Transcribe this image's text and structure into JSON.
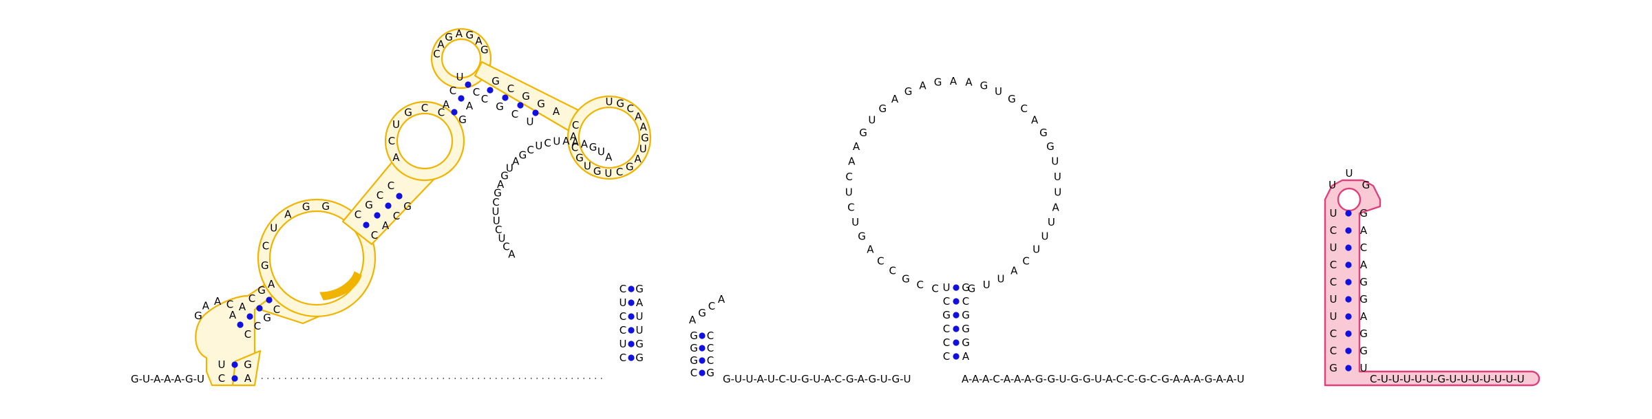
{
  "diagram": {
    "colors": {
      "background": "#ffffff",
      "base_text": "#000000",
      "pair_dot": "#1010e0",
      "highlight_outline_yellow": "#f0b400",
      "highlight_fill_yellow": "#fff7d9",
      "highlight_accent_orange": "#f0b400",
      "highlight_outline_pink": "#e0407a",
      "highlight_fill_pink": "#f9c9d6"
    },
    "strands": [
      {
        "id": "backbone-5prime",
        "sequence": "G-U-A-A-A-G-U"
      },
      {
        "id": "left-stem-1",
        "left": "CUGAAG",
        "right": "AGGC"
      },
      {
        "id": "left-hairpin-a",
        "sequence": "GAAC-CCGCUG"
      },
      {
        "id": "left-loop-b",
        "sequence": "AGCUAGG"
      },
      {
        "id": "left-stem-2",
        "left": "CGCC",
        "right": "CACG"
      },
      {
        "id": "left-stem-3",
        "left": "ACUCC",
        "right": "GACA"
      },
      {
        "id": "left-top-loop",
        "sequence": "CAGAGAG"
      },
      {
        "id": "left-top-stem",
        "left": "GCGGA",
        "right": "CGCU"
      },
      {
        "id": "left-side-loop",
        "sequence": "UGCAAGUAGCUGUGCAC"
      },
      {
        "id": "middle-loop",
        "sequence": "AUGAAAUCUCGAUGAGCUUCUCA"
      },
      {
        "id": "middle-lower-stem",
        "left": "CUCCUC",
        "right": "GAUUGG"
      },
      {
        "id": "small-hairpin",
        "sequence": "GCC-AGCA-CCG"
      },
      {
        "id": "backbone-mid",
        "sequence": "G-U-U-A-U-C-U-G-U-A-C-G-A-G-U-G-U"
      },
      {
        "id": "big-loop",
        "sequence": "CCGCCAGUCUCAAGUGAGAGAAGUGCAGGUUUAUUUCAUUG"
      },
      {
        "id": "big-loop-stem",
        "left": "UCGCCC",
        "right": "GCGGGA"
      },
      {
        "id": "backbone-3prime",
        "sequence": "A-A-A-C-A-A-A-G-G-U-G-G-U-A-C-C-G-C-G-A-A-A-G-A-A-U"
      },
      {
        "id": "pink-hairpin",
        "left": "GCCUUCCUCU",
        "right": "UGGAGGACAG",
        "loop": "UUG"
      },
      {
        "id": "tail",
        "sequence": "C-U-U-U-U-U-G-U-U-U-U-U-U-U"
      }
    ]
  }
}
